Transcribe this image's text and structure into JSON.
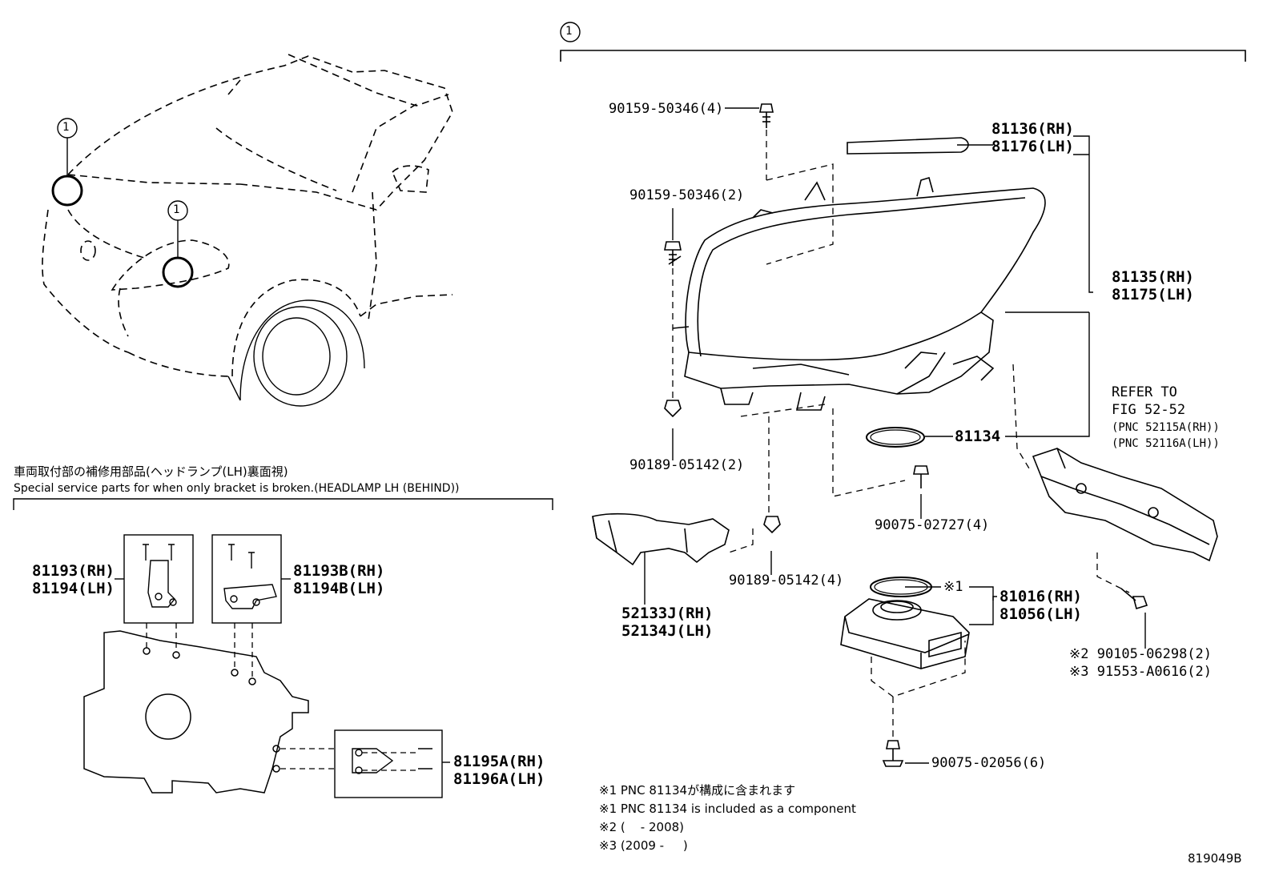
{
  "callout_mark": "1",
  "labels": {
    "p90159_4": "90159-50346(4)",
    "p90159_2": "90159-50346(2)",
    "p81136": "81136(RH)",
    "p81176": "81176(LH)",
    "p81135": "81135(RH)",
    "p81175": "81175(LH)",
    "refer1": "REFER TO",
    "refer2": "FIG 52-52",
    "refer3": "(PNC 52115A(RH))",
    "refer4": "(PNC 52116A(LH))",
    "p81134": "81134",
    "p90189_2": "90189-05142(2)",
    "p90075_4": "90075-02727(4)",
    "p90189_4": "90189-05142(4)",
    "p52133": "52133J(RH)",
    "p52134": "52134J(LH)",
    "mark1": "※1",
    "p81016": "81016(RH)",
    "p81056": "81056(LH)",
    "p90105": "※2 90105-06298(2)",
    "p91553": "※3 91553-A0616(2)",
    "p90075_6": "90075-02056(6)",
    "p81193": "81193(RH)",
    "p81194": "81194(LH)",
    "p81193b": "81193B(RH)",
    "p81194b": "81194B(LH)",
    "p81195a": "81195A(RH)",
    "p81196a": "81196A(LH)"
  },
  "section": {
    "title_jp": "車両取付部の補修用部品(ヘッドランプ(LH)裏面視)",
    "title_en": "Special service parts for when only bracket is broken.(HEADLAMP LH (BEHIND))"
  },
  "notes": [
    "※1 PNC 81134が構成に含まれます",
    "※1 PNC 81134 is included as a component",
    "※2 (    - 2008)",
    "※3 (2009 -     )"
  ],
  "figure_id": "819049B"
}
